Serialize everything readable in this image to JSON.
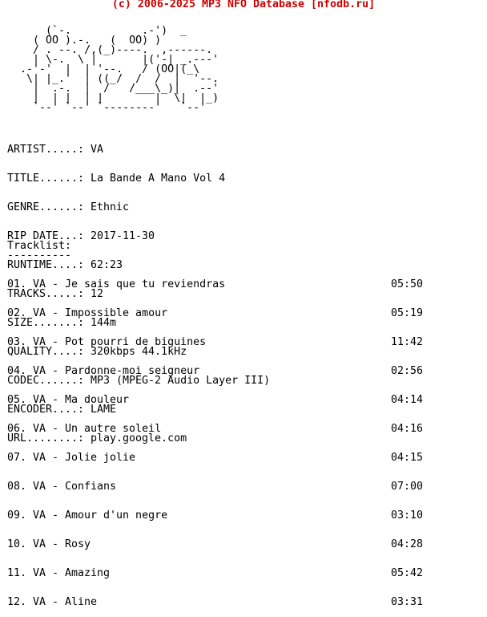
{
  "header": {
    "text": "(c) 2006-2025 MP3 NFO Database [nfodb.ru]"
  },
  "logo": {
    "ascii": "      (`-.           .-')  _\n    ( OO ).-.   (  OO) )\n    / . --. /,(_)----.  ,------.\n    | \\-.  \\ |       |('-| _.---'\n  .-'-'  |  | '--.   / (OO|(_\\\n   \\| |_.'  | ((_/  /  /  |  '--.\n    |  .-.  |  /   /___\\_)|  .--'\n    |  | |  | |        |  \\|  |_)\n    `--' `--' `--------'   `--'"
  },
  "info": {
    "rows": [
      {
        "key": "ARTIST.....:",
        "value": "VA"
      },
      {
        "key": "TITLE......:",
        "value": "La Bande A Mano Vol 4"
      },
      {
        "key": "GENRE......:",
        "value": "Ethnic"
      },
      {
        "key": "RIP DATE...:",
        "value": "2017-11-30"
      },
      {
        "key": "RUNTIME....:",
        "value": "62:23"
      },
      {
        "key": "TRACKS.....:",
        "value": "12"
      },
      {
        "key": "SIZE.......:",
        "value": "144m"
      },
      {
        "key": "QUALITY....:",
        "value": "320kbps 44.1kHz"
      },
      {
        "key": "CODEC......:",
        "value": "MP3 (MPEG-2 Audio Layer III)"
      },
      {
        "key": "ENCODER....:",
        "value": "LAME"
      },
      {
        "key": "URL........:",
        "value": "play.google.com"
      }
    ]
  },
  "tracklist": {
    "title": "Tracklist:",
    "underline": "----------",
    "tracks": [
      {
        "num": "01.",
        "artist": "VA -",
        "title": "Je sais que tu reviendras",
        "duration": "05:50"
      },
      {
        "num": "02.",
        "artist": "VA -",
        "title": "Impossible amour",
        "duration": "05:19"
      },
      {
        "num": "03.",
        "artist": "VA -",
        "title": "Pot pourri de biguines",
        "duration": "11:42"
      },
      {
        "num": "04.",
        "artist": "VA -",
        "title": "Pardonne-moi seigneur",
        "duration": "02:56"
      },
      {
        "num": "05.",
        "artist": "VA -",
        "title": "Ma douleur",
        "duration": "04:14"
      },
      {
        "num": "06.",
        "artist": "VA -",
        "title": "Un autre soleil",
        "duration": "04:16"
      },
      {
        "num": "07.",
        "artist": "VA -",
        "title": "Jolie jolie",
        "duration": "04:15"
      },
      {
        "num": "08.",
        "artist": "VA -",
        "title": "Confians",
        "duration": "07:00"
      },
      {
        "num": "09.",
        "artist": "VA -",
        "title": "Amour d'un negre",
        "duration": "03:10"
      },
      {
        "num": "10.",
        "artist": "VA -",
        "title": "Rosy",
        "duration": "04:28"
      },
      {
        "num": "11.",
        "artist": "VA -",
        "title": "Amazing",
        "duration": "05:42"
      },
      {
        "num": "12.",
        "artist": "VA -",
        "title": "Aline",
        "duration": "03:31"
      }
    ]
  },
  "colors": {
    "header": "#cc0000",
    "text": "#000000",
    "background": "#ffffff"
  }
}
